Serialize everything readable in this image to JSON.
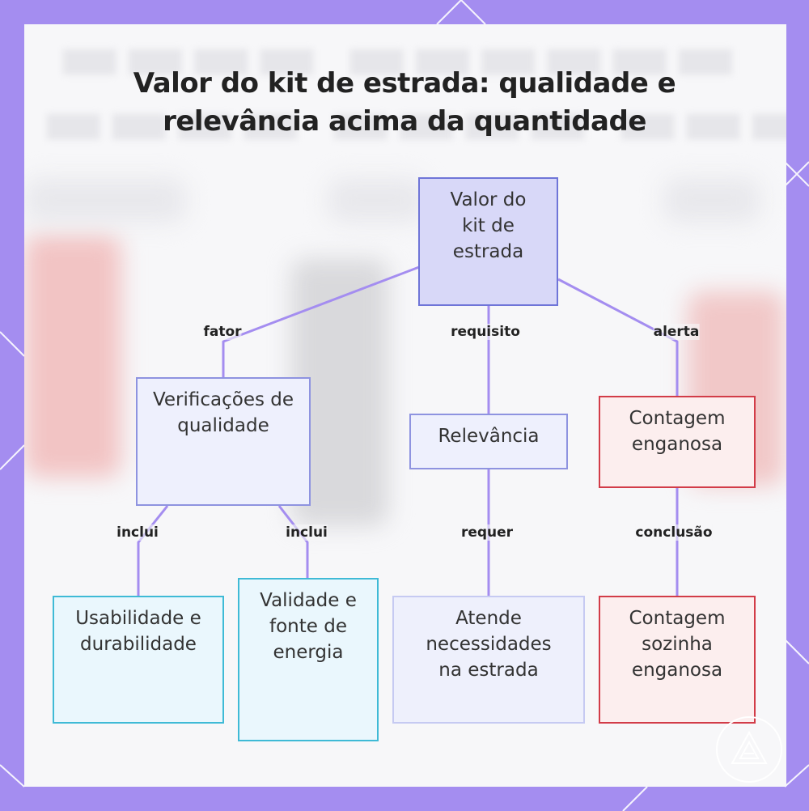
{
  "title_line1": "Valor do kit de estrada: qualidade e",
  "title_line2": "relevância acima da quantidade",
  "colors": {
    "frame": "#a48df0",
    "connector": "#a48df0",
    "root_fill": "#d8d8f8",
    "root_border": "#6f75d8",
    "quality_border": "#8e93e0",
    "leaf_cyan_border": "#3fbad6",
    "leaf_periwinkle_border": "#c6caf2",
    "warning_border": "#d23c48"
  },
  "nodes": {
    "root": "Valor do kit de estrada",
    "quality": "Verificações de qualidade",
    "relevance": "Relevância",
    "misleading": "Contagem enganosa",
    "usability": "Usabilidade e durabilidade",
    "validity": "Validade e fonte de energia",
    "meets": "Atende necessidades na estrada",
    "count_alone": "Contagem sozinha enganosa"
  },
  "edges": {
    "factor": "fator",
    "requirement": "requisito",
    "warning": "alerta",
    "includes_1": "inclui",
    "includes_2": "inclui",
    "requires": "requer",
    "conclusion": "conclusão"
  },
  "icons": {
    "watermark": "warning-triangle-icon"
  }
}
